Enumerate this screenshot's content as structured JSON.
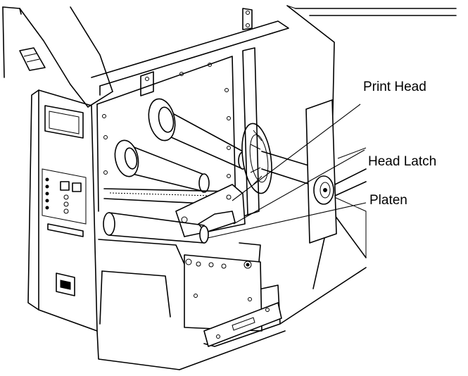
{
  "labels": {
    "print_head": "Print Head",
    "head_latch": "Head Latch",
    "platen": "Platen"
  }
}
